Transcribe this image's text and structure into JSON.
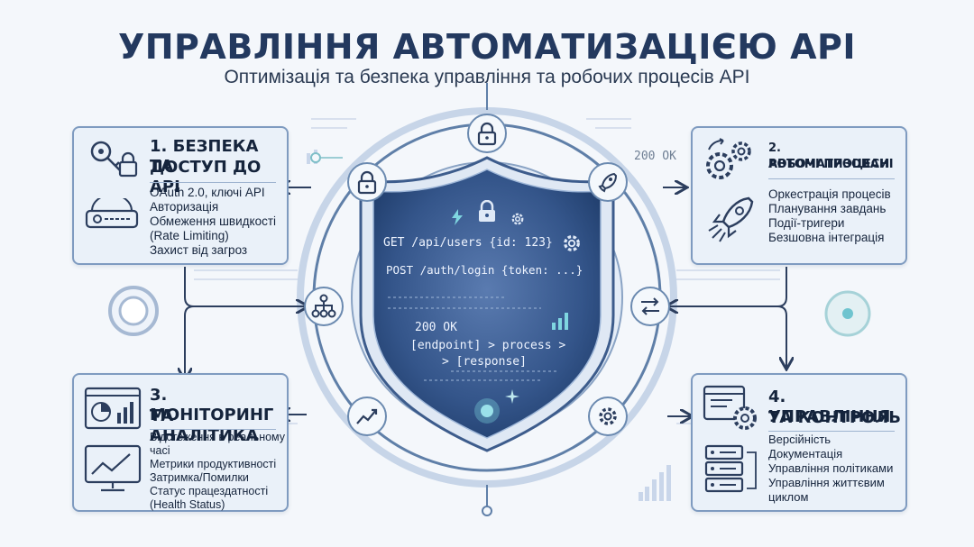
{
  "header": {
    "title": "УПРАВЛІННЯ АВТОМАТИЗАЦІЄЮ API",
    "subtitle": "Оптимізація та безпека управління та робочих процесів API"
  },
  "cards": {
    "security": {
      "heading_1": "1. БЕЗПЕКА ТА",
      "heading_2": "ДОСТУП ДО API",
      "items": [
        "OAuth 2.0, ключі API",
        "Авторизація",
        "Обмеження швидкості",
        "(Rate Limiting)",
        "Захист від загроз"
      ]
    },
    "automation": {
      "heading_1": "2. АВТОМАТИЗОВАНІ",
      "heading_2": "РОБОЧІ ПРОЦЕСИ",
      "items": [
        "Оркестрація процесів",
        "Планування завдань",
        "Події-тригери",
        "Безшовна інтеграція"
      ]
    },
    "monitoring": {
      "heading_1": "3. МОНІТОРИНГ",
      "heading_2": "ТА АНАЛІТИКА",
      "items": [
        "Відстеження в реальному",
        "часі",
        "Метрики продуктивності",
        "Затримка/Помилки",
        "Статус працездатності",
        "(Health Status)"
      ]
    },
    "management": {
      "heading_1": "4. УПРАВЛІННЯ",
      "heading_2": "ТА КОНТРОЛЬ",
      "items": [
        "Версійність",
        "Документація",
        "Управління політиками",
        "Управління життєвим",
        "циклом"
      ]
    }
  },
  "shield_code": {
    "line1": "GET /api/users {id: 123}",
    "line2": "POST /auth/login {token: ...}",
    "line3": "200 OK",
    "line4": "[endpoint] > process >",
    "line5": "> [response]"
  },
  "status_label": "200 OK",
  "icons": [
    "key-icon",
    "lock-icon",
    "api-key-icon",
    "gear-icon",
    "rocket-icon",
    "dashboard-icon",
    "chart-icon",
    "server-icon",
    "hierarchy-icon",
    "transfer-icon",
    "shield-icon",
    "trend-icon"
  ],
  "colors": {
    "primary": "#23395f",
    "accent": "#6b8ab0",
    "card_bg": "#eaf1f9",
    "shield": "#2c4a78",
    "glow": "#7fd6e0"
  }
}
